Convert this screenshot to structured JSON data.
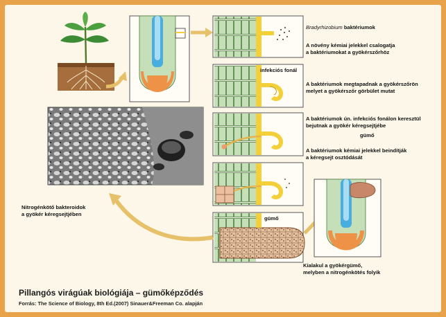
{
  "labels": {
    "bacteria_name": "Bradyrhizobium",
    "bacteria_suffix": " baktériumok",
    "step1": [
      "A növény kémiai jelekkel csalogatja",
      "a baktériumokat a gyökérszőrhöz"
    ],
    "infection_thread": "infekciós fonál",
    "step2": [
      "A baktériumok megtapadnak a gyökérszőrön",
      "melyet a gyökérszőr görbület mutat"
    ],
    "step3": [
      "A baktériumok ún. infekciós fonálon keresztül",
      "bejutnak a gyökér kéregsejtjébe"
    ],
    "nodule_mid": "gümő",
    "step4": [
      "A baktériumok kémiai jelekkel beindítják",
      "a kéregsejt osztódását"
    ],
    "nodule_low": "gümő",
    "step5": [
      "Kialakul a gyökérgümő,",
      "melyben a nitrogénkötés folyik"
    ],
    "micrograph": [
      "Nitrogénkötő bakteroidok",
      "a gyökér kéregsejtjében"
    ]
  },
  "footer": {
    "title": "Pillangós virágúak biológiája – gümőképződés",
    "source": "Forrás: The Science of Biology, 8th Ed.(2007) Sinauer&Freeman Co. alapján"
  },
  "colors": {
    "frame_border": "#e8a24a",
    "background": "#fdf7ea",
    "cortex_cell": "#c5e0b8",
    "root_hair": "#f3cf3a",
    "root_cap": "#ee9247",
    "vascular": "#48aee0",
    "leaf": "#3d8c35",
    "soil": "#a56e3c",
    "arrow": "#e6c16a"
  },
  "icons": [
    "curved-arrow-icon",
    "right-arrow-icon",
    "bacteria-dots-icon"
  ]
}
